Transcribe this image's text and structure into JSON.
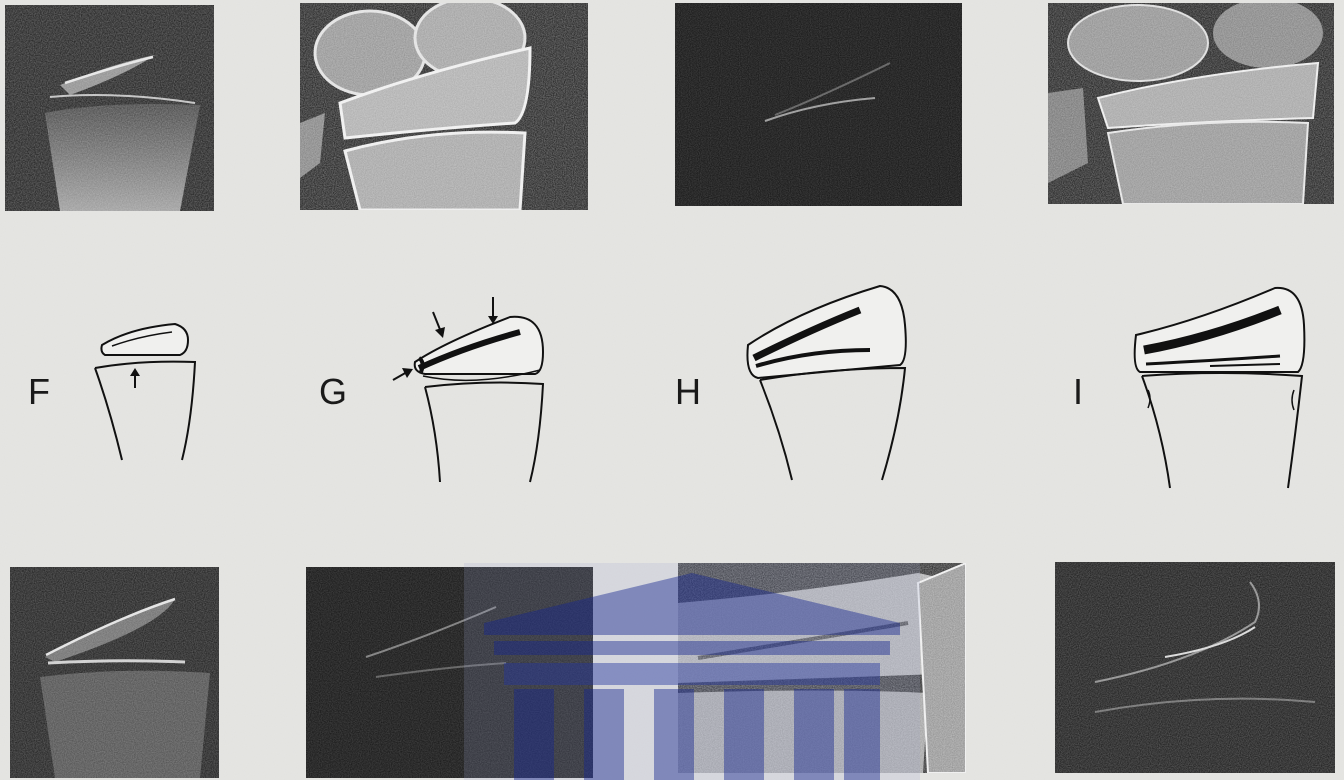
{
  "figure": {
    "panels": [
      {
        "id": "F",
        "label": "F"
      },
      {
        "id": "G",
        "label": "G"
      },
      {
        "id": "H",
        "label": "H"
      },
      {
        "id": "I",
        "label": "I"
      }
    ],
    "colors": {
      "paper": "#e6e6e3",
      "radiograph_dark": "#141414",
      "bone_light": "#dcdcdc",
      "ink": "#1a1a1a",
      "watermark_blue": "#3a4aa8"
    },
    "icons": [
      "arrow-icon",
      "institution-watermark-icon"
    ]
  }
}
